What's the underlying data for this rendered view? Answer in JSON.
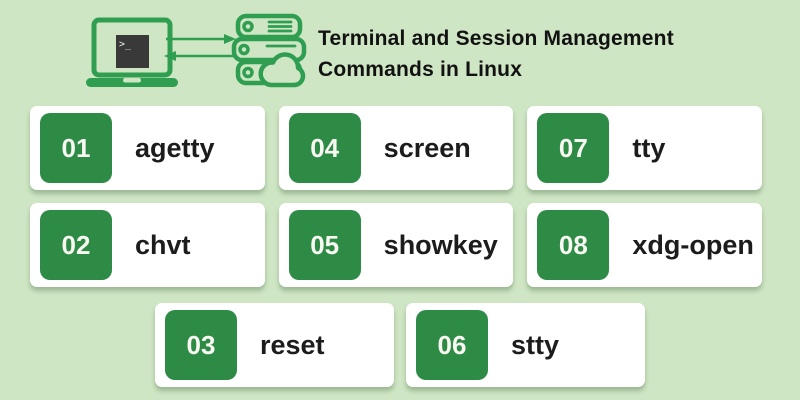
{
  "colors": {
    "background": "#cfe6c4",
    "card_background": "#ffffff",
    "badge_green": "#2e8b46",
    "icon_green": "#2f9e51",
    "title_text": "#121212",
    "command_text": "#1c1c1c",
    "badge_number_text": "#f8f7f2",
    "terminal_screen": "#393939"
  },
  "header": {
    "title_line1": "Terminal and Session Management",
    "title_line2": "Commands in Linux",
    "laptop_prompt": ">_"
  },
  "rows": [
    [
      {
        "number": "01",
        "command": "agetty"
      },
      {
        "number": "04",
        "command": "screen"
      },
      {
        "number": "07",
        "command": "tty"
      }
    ],
    [
      {
        "number": "02",
        "command": "chvt"
      },
      {
        "number": "05",
        "command": "showkey"
      },
      {
        "number": "08",
        "command": "xdg-open"
      }
    ],
    [
      {
        "number": "03",
        "command": "reset"
      },
      {
        "number": "06",
        "command": "stty"
      }
    ]
  ]
}
